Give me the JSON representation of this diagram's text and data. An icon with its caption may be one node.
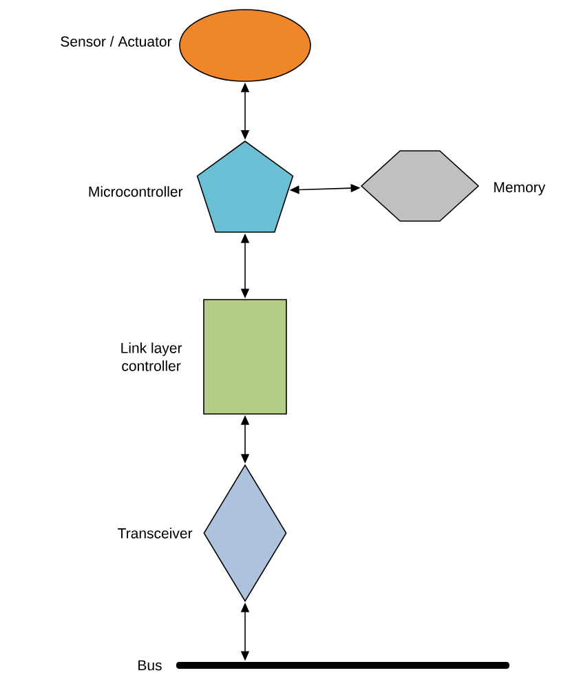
{
  "diagram": {
    "nodes": [
      {
        "text": [],
        "shape": "ellipse",
        "beside": [
          "Sensor / Actuator"
        ]
      },
      {
        "text": [],
        "shape": "pentagon",
        "beside": [
          "Microcontroller"
        ]
      },
      {
        "text": [],
        "shape": "box",
        "beside": [
          "Link layer controller"
        ]
      },
      {
        "text": [],
        "shape": "hexagon",
        "beside": [
          "Memory"
        ]
      },
      {
        "text": [],
        "shape": "diamond",
        "beside": [
          "Transceiver"
        ]
      },
      {
        "text": [],
        "shape": "bar",
        "beside": [
          "Bus"
        ]
      }
    ],
    "edges": [
      {
        "from": 0,
        "to": 1,
        "arrow": "both"
      },
      {
        "from": 1,
        "to": 3,
        "arrow": "both"
      },
      {
        "from": 1,
        "to": 2,
        "arrow": "both"
      },
      {
        "from": 2,
        "to": 4,
        "arrow": "both"
      },
      {
        "from": 4,
        "to": 5,
        "arrow": "both"
      }
    ]
  }
}
